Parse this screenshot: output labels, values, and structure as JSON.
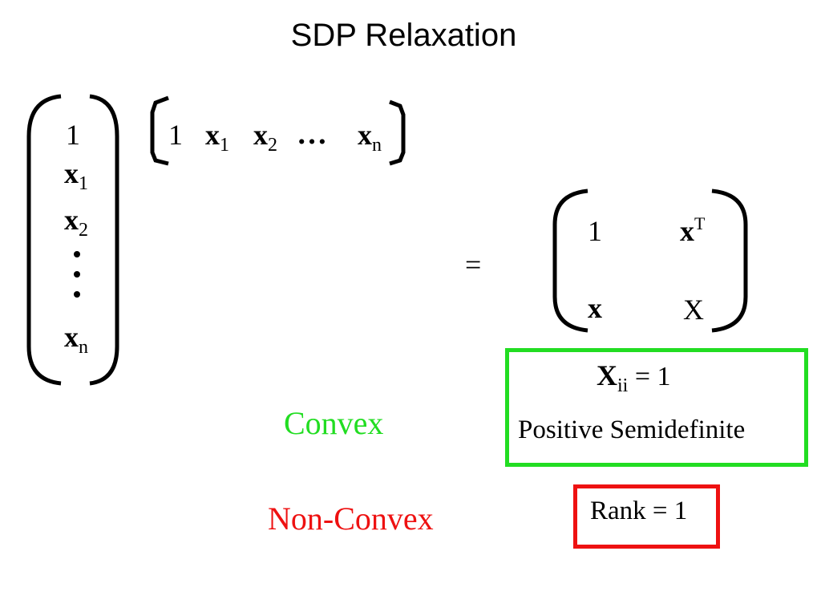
{
  "title": "SDP Relaxation",
  "column_vector": {
    "one": "1",
    "x": "x",
    "sub1": "1",
    "sub2": "2",
    "subn": "n"
  },
  "row_vector": {
    "one": "1",
    "x": "x",
    "sub1": "1",
    "sub2": "2",
    "ellipsis": "…",
    "subn": "n"
  },
  "equals": "=",
  "block_matrix": {
    "top_left": "1",
    "top_right": "x",
    "top_right_sup": "T",
    "bottom_left": "x",
    "bottom_right": "X"
  },
  "convex_label": "Convex",
  "nonconvex_label": "Non-Convex",
  "convex_box": {
    "constraint_var": "X",
    "constraint_sub": "ii",
    "constraint_rest": " = 1",
    "psd": "Positive Semidefinite"
  },
  "rank_box": {
    "text": "Rank = 1"
  },
  "colors": {
    "convex": "#22dd22",
    "nonconvex": "#ee1111",
    "text": "#000000"
  }
}
